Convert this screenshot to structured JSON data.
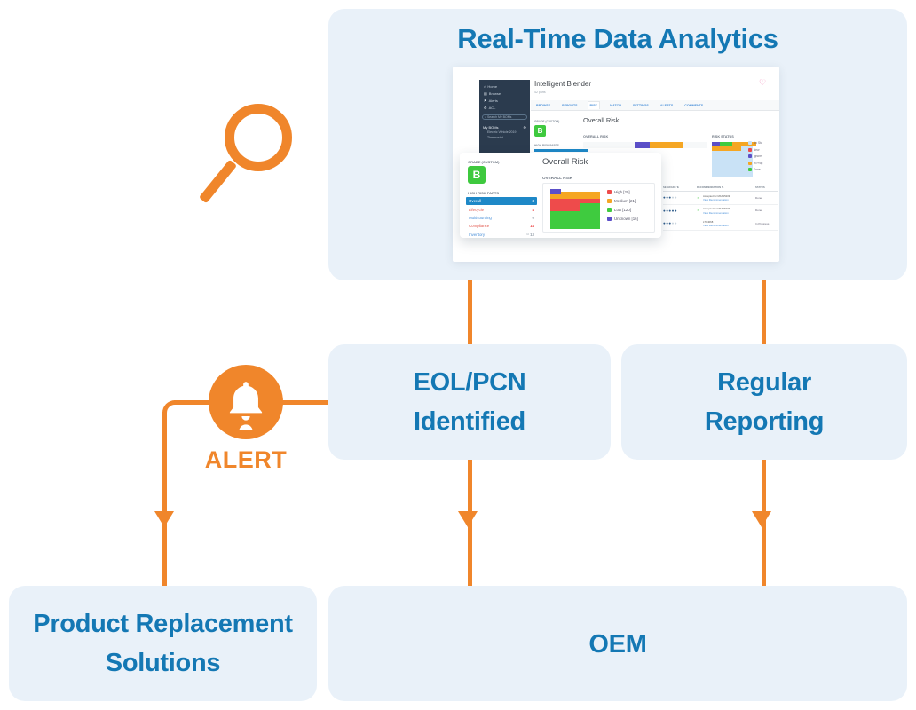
{
  "palette": {
    "orange": "#F0862B",
    "blue": "#1478B4",
    "box_bg": "#E9F1F9",
    "navy": "#2B3B4E",
    "sel_blue": "#1E88C7",
    "tab_blue": "#4A90D9",
    "badge_green": "#3EC93E",
    "c_high": "#EE4B4B",
    "c_medium": "#F5A623",
    "c_low": "#3FCB3F",
    "c_unknown": "#5B4FC8",
    "c_nostatus": "#C9E2F6",
    "heart_pink": "#F06EA9"
  },
  "diagram": {
    "title": "Real-Time Data Analytics",
    "alert_label": "ALERT",
    "nodes": {
      "eol": {
        "line1": "EOL/PCN",
        "line2": "Identified"
      },
      "regular": {
        "line1": "Regular",
        "line2": "Reporting"
      },
      "product": {
        "line1": "Product Replacement",
        "line2": "Solutions"
      },
      "oem": {
        "line1": "OEM"
      }
    }
  },
  "dashboard": {
    "header": {
      "title": "Intelligent Blender",
      "subtitle": "42 parts",
      "heart_icon": "♡"
    },
    "sidebar": {
      "items": [
        {
          "icon": "⌂",
          "label": "Home"
        },
        {
          "icon": "▤",
          "label": "Browse"
        },
        {
          "icon": "⚑",
          "label": "Alerts"
        },
        {
          "icon": "⚙",
          "label": "ACL"
        }
      ],
      "search_icon": "⌕",
      "search_placeholder": "Search My BOMs",
      "boms_label": "My BOMs",
      "gear_icon": "⚙",
      "bom_items": [
        "Electric Vehicle 2019",
        "Thermostat"
      ]
    },
    "tabs": [
      {
        "label": "BROWSE"
      },
      {
        "label": "REPORTS"
      },
      {
        "label": "RISK",
        "selected": true
      },
      {
        "label": "MATCH"
      },
      {
        "label": "SETTINGS"
      },
      {
        "label": "ALERTS"
      },
      {
        "label": "COMMENTS"
      }
    ],
    "grade": {
      "label": "GRADE (CUSTOM)",
      "value": "B"
    },
    "sections": {
      "overall_risk_title": "Overall Risk",
      "overall_risk_label": "OVERALL RISK",
      "risk_status_label": "RISK STATUS",
      "high_risk_parts_label": "HIGH RISK PARTS"
    },
    "risk_status_legend": [
      {
        "label": "No Sta",
        "color": "#C9E2F6"
      },
      {
        "label": "New",
        "color": "#EE4B4B"
      },
      {
        "label": "Ignore",
        "color": "#5B4FC8"
      },
      {
        "label": "In Prog",
        "color": "#F5A623"
      },
      {
        "label": "Done",
        "color": "#3FCB3F"
      }
    ],
    "table": {
      "headers": [
        {
          "label": "SE GRADE ⇅"
        },
        {
          "label": "RECOMMENDATION ⇅"
        },
        {
          "label": "STATUS"
        }
      ],
      "rows": [
        {
          "dots_filled": "●●●",
          "dots_empty": "●●",
          "check": "✓",
          "rec_line1": "Accepted for MAX15209",
          "rec_line2": "View Recommendation",
          "status": "Done"
        },
        {
          "dots_filled": "●●●●●",
          "dots_empty": "",
          "check": "✓",
          "rec_line1": "Accepted for MAX15209",
          "rec_line2": "View Recommendation",
          "status": "Done"
        },
        {
          "dots_filled": "●●●",
          "dots_empty": "●●",
          "check": "",
          "rec_line1": "LTC4068",
          "rec_line2": "View Recommendation",
          "status": "In Progress"
        }
      ]
    }
  },
  "overlay": {
    "grade_label": "GRADE (CUSTOM)",
    "grade_value": "B",
    "title": "Overall Risk",
    "section_label": "OVERALL RISK",
    "high_risk_label": "HIGH RISK PARTS",
    "high_risk_rows": [
      {
        "label": "Overall",
        "value": "3",
        "selected": true,
        "label_color": "#FFFFFF",
        "value_color": "#FFFFFF"
      },
      {
        "label": "Lifecycle",
        "value": "4",
        "label_color": "#E2574C",
        "value_color": "#EE4B4B"
      },
      {
        "label": "Multisourcing",
        "value": "0",
        "label_color": "#4A90D9",
        "value_color": "#98A3AD"
      },
      {
        "label": "Compliance",
        "value": "14",
        "label_color": "#E2574C",
        "value_color": "#EE4B4B"
      },
      {
        "label": "Inventory",
        "value": "13",
        "icon": "⊙",
        "label_color": "#4A90D9",
        "value_color": "#98A3AD"
      }
    ],
    "legend": [
      {
        "label": "High [20]",
        "color": "#EE4B4B"
      },
      {
        "label": "Medium [21]",
        "color": "#F5A623"
      },
      {
        "label": "Low [120]",
        "color": "#3FCB3F"
      },
      {
        "label": "Unknown [16]",
        "color": "#5B4FC8"
      }
    ]
  }
}
